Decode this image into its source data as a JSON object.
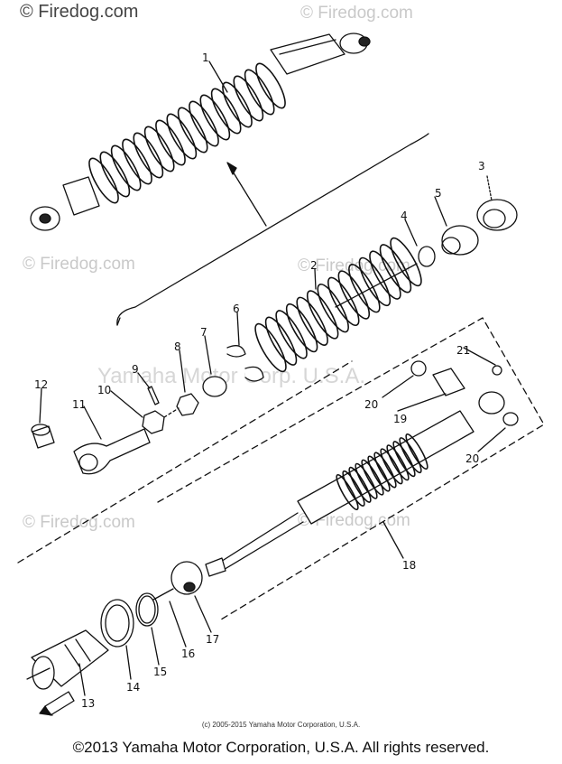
{
  "watermarks": {
    "top_left": "© Firedog.com",
    "faint": "© Firedog.com",
    "center": "Yamaha Motor Corp. U.S.A."
  },
  "callouts": [
    "1",
    "2",
    "3",
    "4",
    "5",
    "6",
    "7",
    "8",
    "9",
    "10",
    "11",
    "12",
    "13",
    "14",
    "15",
    "16",
    "17",
    "18",
    "19",
    "20",
    "20",
    "21"
  ],
  "footer": {
    "small": "(c) 2005-2015 Yamaha Motor Corporation, U.S.A.",
    "big": "©2013 Yamaha Motor Corporation, U.S.A. All rights reserved."
  }
}
